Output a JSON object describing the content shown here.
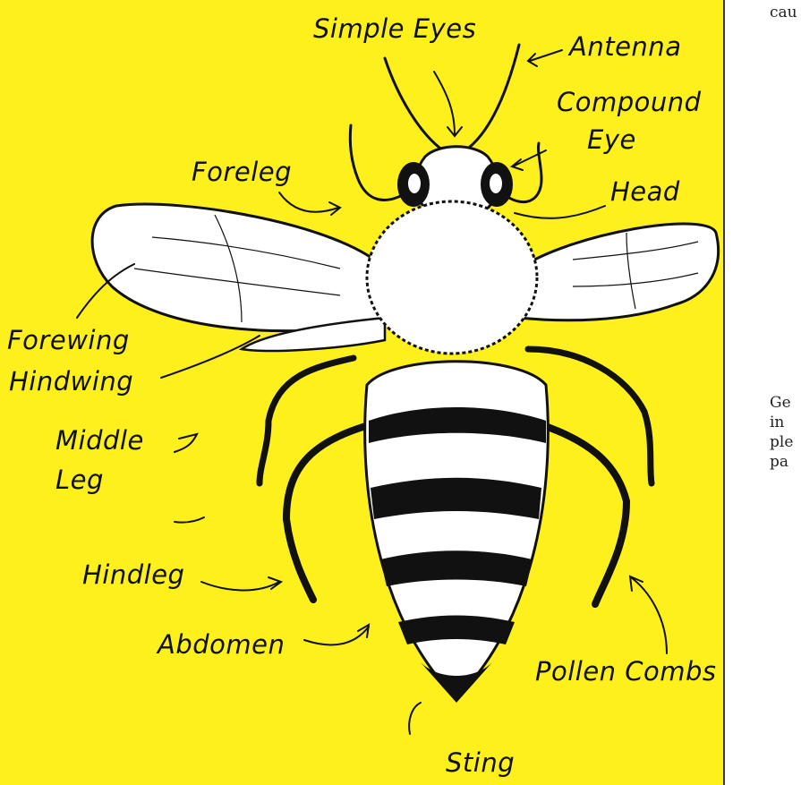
{
  "diagram": {
    "labels": {
      "simple_eyes": "Simple Eyes",
      "antenna": "Antenna",
      "compound_eye_1": "Compound",
      "compound_eye_2": "Eye",
      "foreleg": "Foreleg",
      "head": "Head",
      "forewing": "Forewing",
      "hindwing": "Hindwing",
      "middle_leg_1": "Middle",
      "middle_leg_2": "Leg",
      "hindleg": "Hindleg",
      "abdomen": "Abdomen",
      "pollen_combs": "Pollen Combs",
      "sting": "Sting"
    },
    "colors": {
      "background": "#fdf01c",
      "ink": "#111111"
    }
  },
  "side_text": {
    "top": "cau",
    "lines": [
      "Ge",
      "in",
      "ple",
      "pa"
    ]
  }
}
